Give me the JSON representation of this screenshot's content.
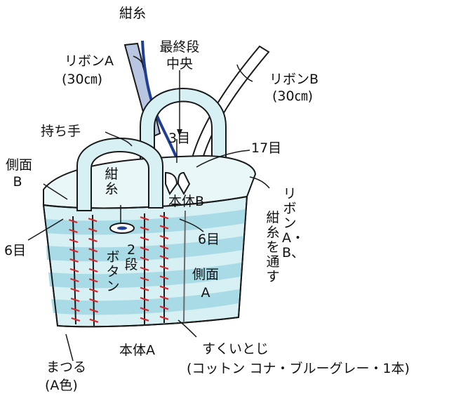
{
  "labels": {
    "konshi_top": "紺糸",
    "saishuu_line1": "最終段",
    "saishuu_line2": "中央",
    "ribbon_a_line1": "リボンA",
    "ribbon_a_line2": "(30㎝)",
    "ribbon_b_line1": "リボンB",
    "ribbon_b_line2": "(30㎝)",
    "mochite": "持ち手",
    "me3": "3目",
    "me17": "17目",
    "sokumen_b_line1": "側面",
    "sokumen_b_line2": "B",
    "hontai_b": "本体B",
    "konshi_vertical": "紺糸",
    "me6_left": "6目",
    "me6_right": "6目",
    "dan2": "2段",
    "button_vertical": "ボタン",
    "sokumen_a_line1": "側面",
    "sokumen_a_line2": "A",
    "right_vertical_1": "リボンA・B、",
    "right_vertical_2": "紺糸を通す",
    "hontai_a": "本体A",
    "sukui_toji": "すくいとじ",
    "yarn_note": "(コットン コナ・ブルーグレー・1本)",
    "matsuru_line1": "まつる",
    "matsuru_line2": "(A色)"
  },
  "colors": {
    "outline": "#1a1a1a",
    "body_light": "#d6f0f4",
    "body_stripe": "#a9dbe6",
    "inner": "#e9f7f9",
    "ribbon_a": "#b9c6e2",
    "navy_yarn": "#1f3f95",
    "stitch_red": "#d8262b",
    "seam_gray": "#6a6a6a"
  }
}
